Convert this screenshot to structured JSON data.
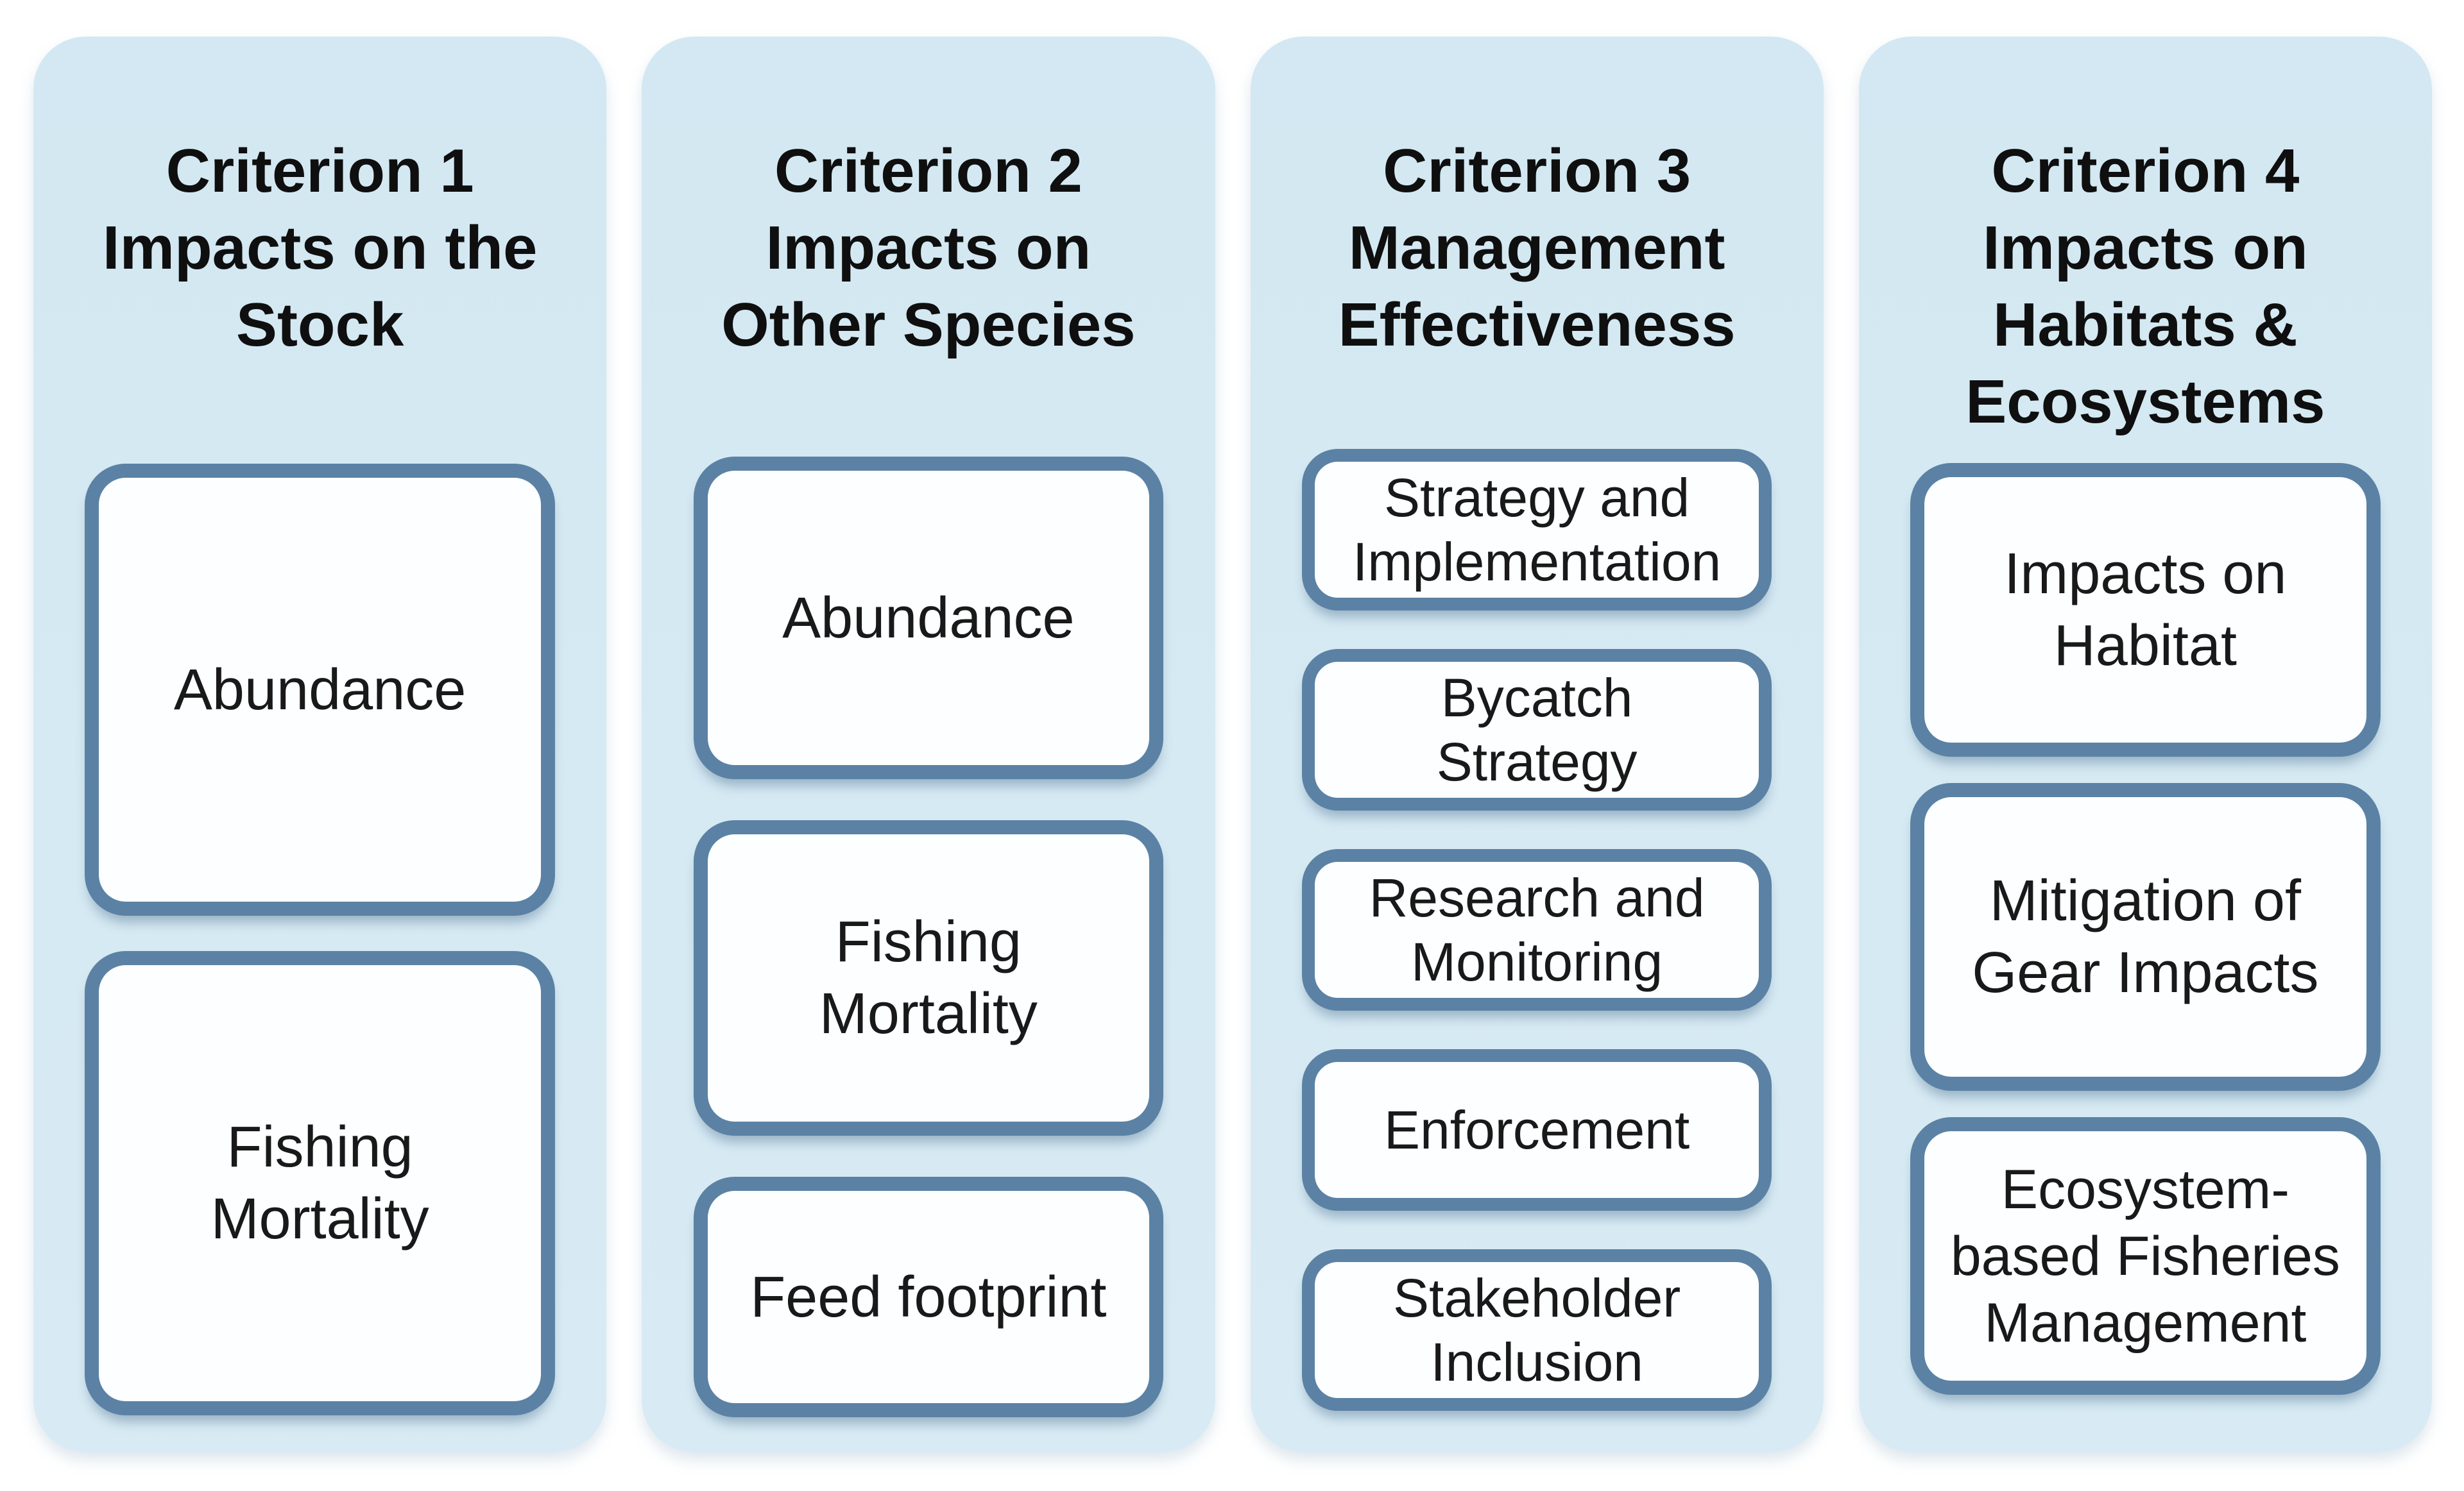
{
  "colors": {
    "background": "#ffffff",
    "panel_fill": "#d3e8f2",
    "box_fill": "#fcfeff",
    "box_border": "#5b82a4",
    "heading_text": "#0f0f0f",
    "box_text": "#191919"
  },
  "columns": [
    {
      "title_lines": [
        "Criterion 1",
        "Impacts on the",
        "Stock"
      ],
      "boxes": [
        {
          "lines": [
            "Abundance"
          ]
        },
        {
          "lines": [
            "Fishing",
            "Mortality"
          ]
        }
      ]
    },
    {
      "title_lines": [
        "Criterion 2",
        "Impacts on",
        "Other Species"
      ],
      "boxes": [
        {
          "lines": [
            "Abundance"
          ]
        },
        {
          "lines": [
            "Fishing",
            "Mortality"
          ]
        },
        {
          "lines": [
            "Feed footprint"
          ]
        }
      ]
    },
    {
      "title_lines": [
        "Criterion 3",
        "Management",
        "Effectiveness"
      ],
      "boxes": [
        {
          "lines": [
            "Strategy and",
            "Implementation"
          ]
        },
        {
          "lines": [
            "Bycatch",
            "Strategy"
          ]
        },
        {
          "lines": [
            "Research and",
            "Monitoring"
          ]
        },
        {
          "lines": [
            "Enforcement"
          ]
        },
        {
          "lines": [
            "Stakeholder",
            "Inclusion"
          ]
        }
      ]
    },
    {
      "title_lines": [
        "Criterion 4",
        "Impacts on",
        "Habitats &",
        "Ecosystems"
      ],
      "boxes": [
        {
          "lines": [
            "Impacts on",
            "Habitat"
          ]
        },
        {
          "lines": [
            "Mitigation of",
            "Gear Impacts"
          ]
        },
        {
          "lines": [
            "Ecosystem-",
            "based Fisheries",
            "Management"
          ]
        }
      ]
    }
  ]
}
